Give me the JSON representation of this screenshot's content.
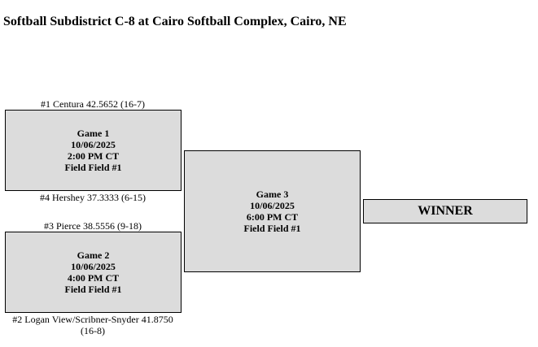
{
  "title": "Softball Subdistrict C-8 at Cairo Softball Complex, Cairo, NE",
  "games": [
    {
      "name": "Game 1",
      "date": "10/06/2025",
      "time": "2:00 PM CT",
      "field": "Field Field #1",
      "top_team": "#1 Centura 42.5652 (16-7)",
      "bottom_team": "#4 Hershey 37.3333 (6-15)"
    },
    {
      "name": "Game 2",
      "date": "10/06/2025",
      "time": "4:00 PM CT",
      "field": "Field Field #1",
      "top_team": "#3 Pierce 38.5556 (9-18)",
      "bottom_team": "#2 Logan View/Scribner-Snyder 41.8750 (16-8)"
    },
    {
      "name": "Game 3",
      "date": "10/06/2025",
      "time": "6:00 PM CT",
      "field": "Field Field #1"
    }
  ],
  "winner": "WINNER"
}
